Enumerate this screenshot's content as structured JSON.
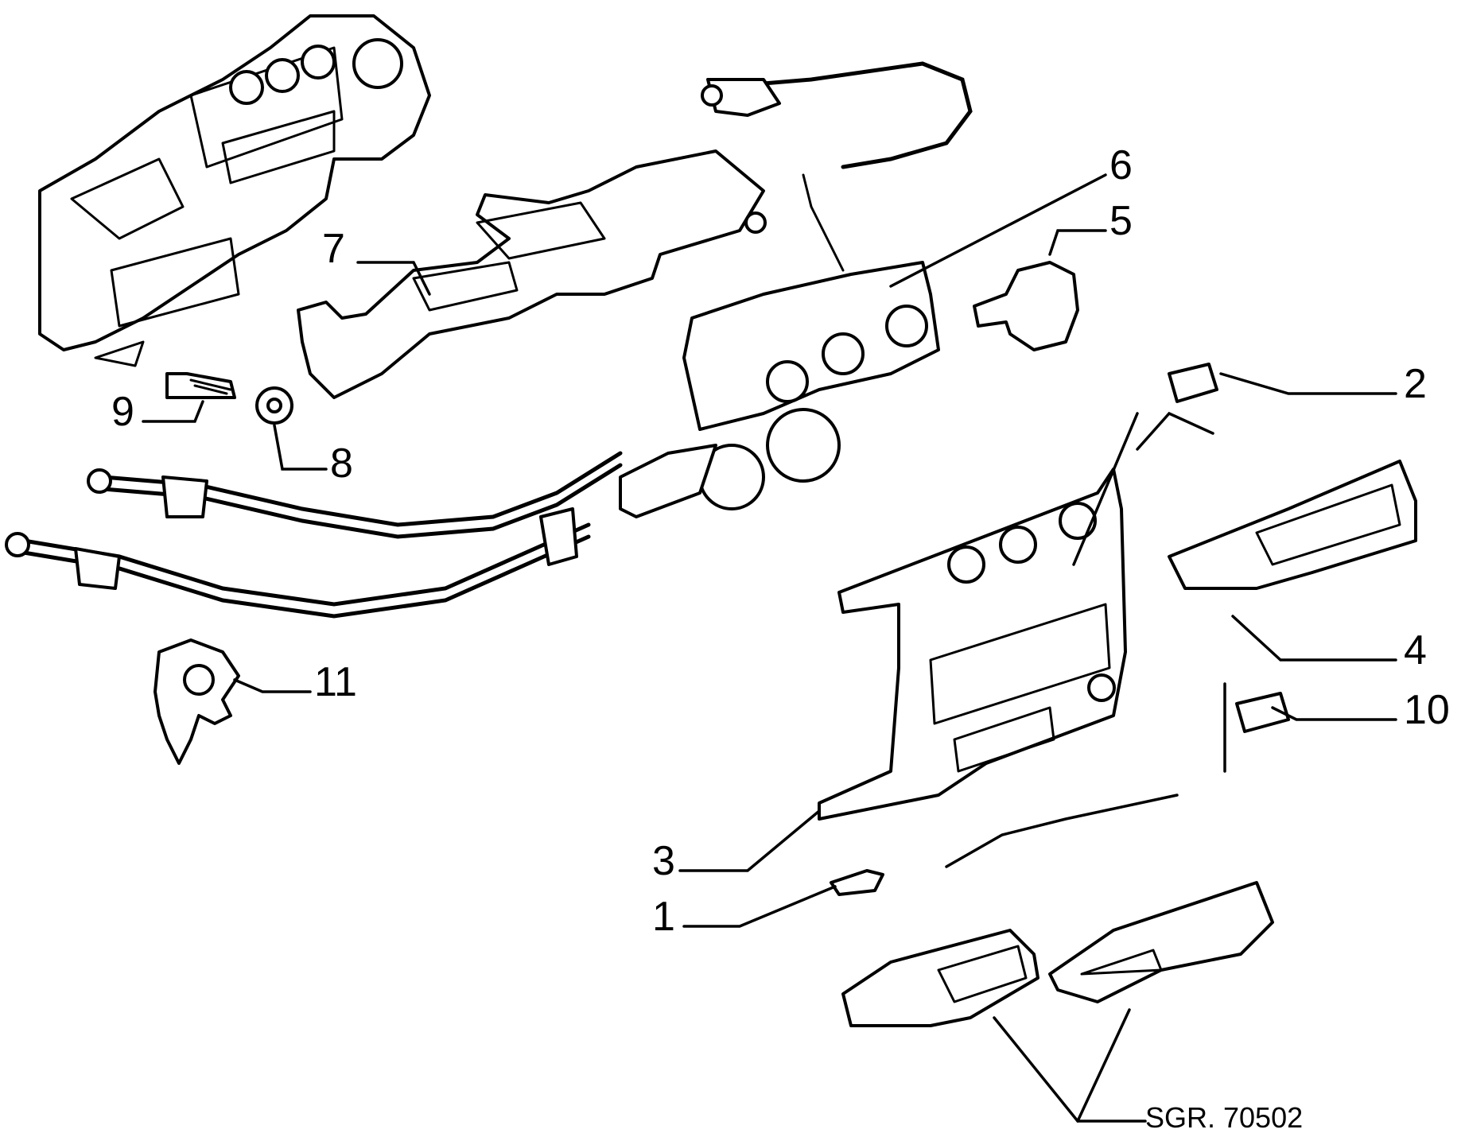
{
  "callouts": {
    "c1": "1",
    "c2": "2",
    "c3": "3",
    "c4": "4",
    "c5": "5",
    "c6": "6",
    "c7": "7",
    "c8": "8",
    "c9": "9",
    "c10": "10",
    "c11": "11"
  },
  "drawing_code": "SGR. 70502",
  "colors": {
    "ink": "#000000",
    "paper": "#ffffff"
  }
}
